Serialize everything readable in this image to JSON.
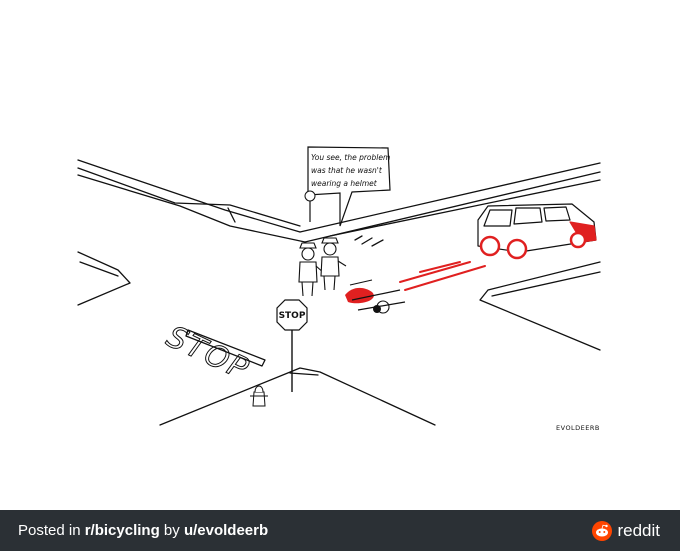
{
  "comic": {
    "speech_lines": [
      "You see, the problem",
      "was that he wasn't",
      "wearing a helmet"
    ],
    "sign_text": "STOP",
    "road_text": "STOP",
    "signature": "EVOLDEERB"
  },
  "footer": {
    "prefix": "Posted in ",
    "subreddit": "r/bicycling",
    "middle": " by ",
    "user": "u/evoldeerb",
    "brand": "reddit",
    "brand_color": "#ff4500",
    "background": "#2b3035"
  }
}
